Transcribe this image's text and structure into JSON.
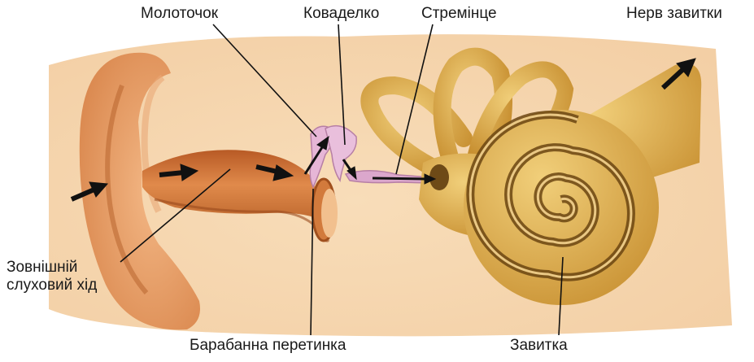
{
  "labels": {
    "malleus": "Молоточок",
    "incus": "Коваделко",
    "stapes": "Стремінце",
    "cochlear_nerve": "Нерв завитки",
    "ear_canal_line1": "Зовнішній",
    "ear_canal_line2": "слуховий хід",
    "eardrum": "Барабанна перетинка",
    "cochlea": "Завитка"
  },
  "colors": {
    "skin": "#f6d7b0",
    "ear": "#eba873",
    "canal": "#c96a2f",
    "bone": "#d9a441",
    "ossicles": "#e3b3d4",
    "leader": "#111111"
  }
}
